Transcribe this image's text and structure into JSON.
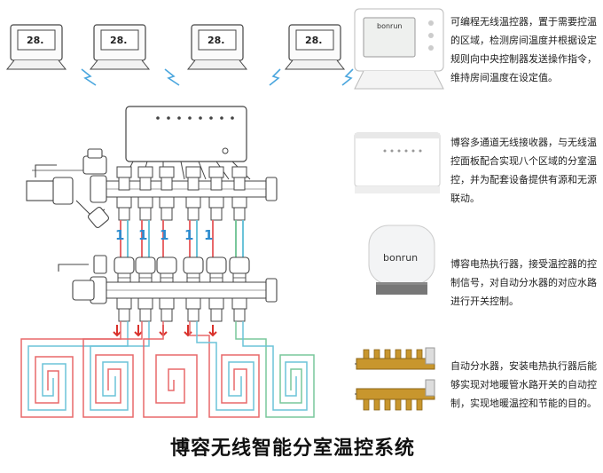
{
  "title": "博容无线智能分室温控系统",
  "thermostat_display": "28.",
  "pipe_numbers": [
    "1",
    "1",
    "1",
    "1",
    "1"
  ],
  "brand": "bonrun",
  "colors": {
    "hot_pipe": "#e8686a",
    "cold_pipe": "#6bc3d9",
    "return_pipe": "#79c79b",
    "signal": "#4aa6de",
    "arrow": "#d9312b",
    "line": "#333333"
  },
  "components": [
    {
      "name": "wireless-thermostat",
      "icon": "thermostat-photo",
      "description": "可编程无线温控器，置于需要控温的区域，检测房间温度并根据设定规则向中央控制器发送操作指令，维持房间温度在设定值。"
    },
    {
      "name": "wireless-receiver",
      "icon": "receiver-photo",
      "description": "博容多通道无线接收器，与无线温控面板配合实现八个区域的分室温控，并为配套设备提供有源和无源联动。"
    },
    {
      "name": "thermal-actuator",
      "icon": "actuator-photo",
      "description": "博容电热执行器，接受温控器的控制信号，对自动分水器的对应水路进行开关控制。"
    },
    {
      "name": "manifold",
      "icon": "manifold-photo",
      "description": "自动分水器，安装电热执行器后能够实现对地暖管水路开关的自动控制，实现地暖温控和节能的目的。"
    }
  ]
}
